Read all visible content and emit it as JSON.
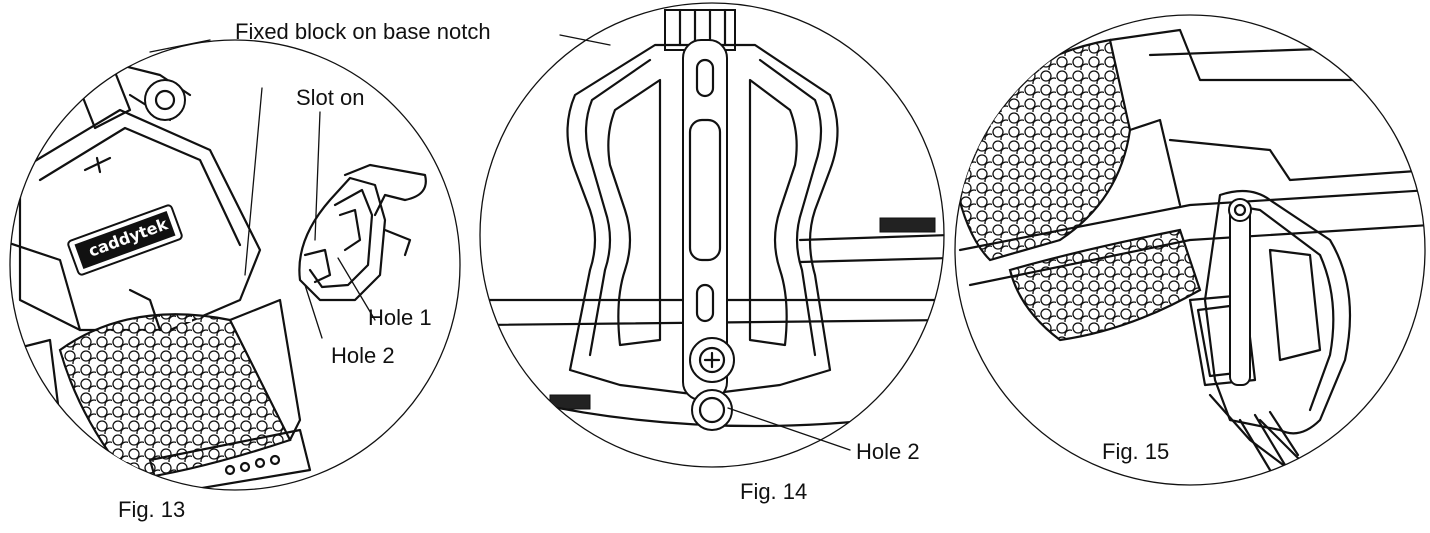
{
  "fig13": {
    "caption": "Fig. 13",
    "callout_fixed_block": "Fixed block on base notch",
    "callout_slot": "Slot  on",
    "callout_hole1": "Hole 1",
    "callout_hole2": "Hole 2",
    "brand_plate": "caddytek"
  },
  "fig14": {
    "caption": "Fig. 14",
    "callout_hole2": "Hole 2"
  },
  "fig15": {
    "caption": "Fig. 15"
  }
}
